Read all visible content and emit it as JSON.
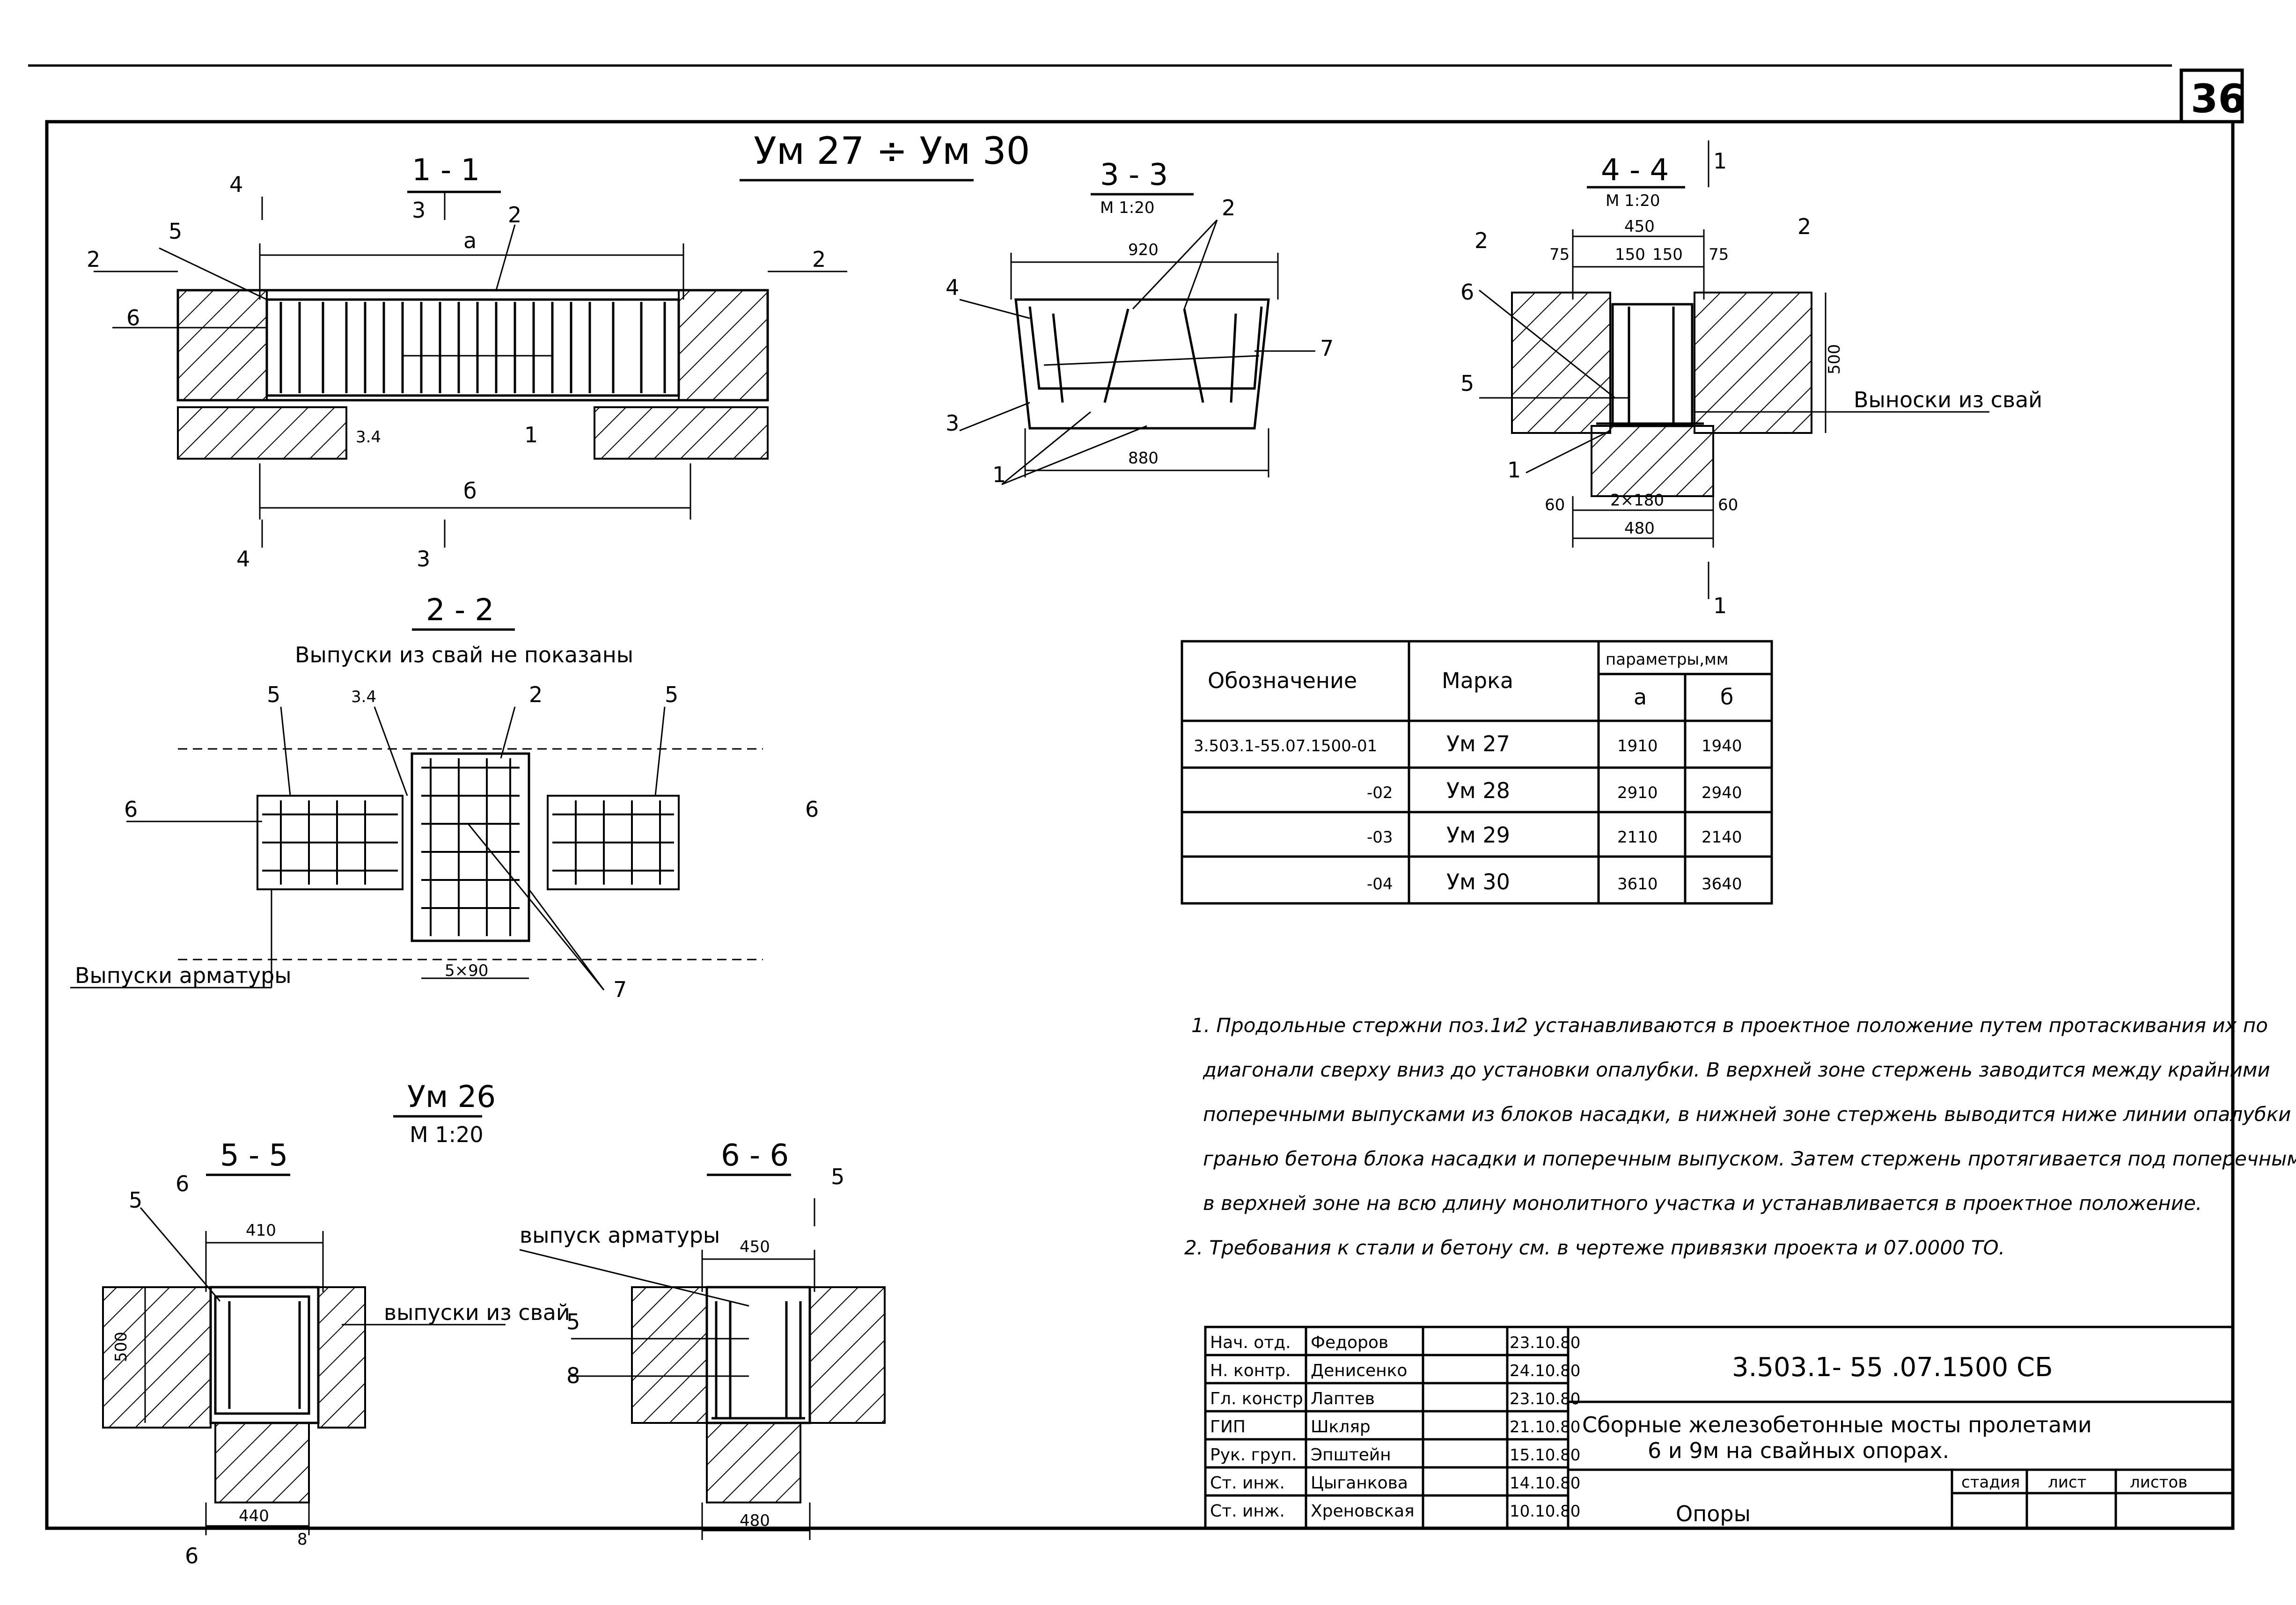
{
  "sheet_number": "36",
  "main_title": "Ум 27 ÷ Ум 30",
  "sections": {
    "s11": {
      "title": "1 - 1",
      "dim_a": "а",
      "dim_b": "б",
      "labels": [
        "4",
        "3",
        "2",
        "2",
        "2",
        "5",
        "6",
        "3.4",
        "1",
        "4",
        "3"
      ]
    },
    "s33": {
      "title": "3 - 3",
      "scale": "М 1:20",
      "dim_top": "920",
      "dim_bottom": "880",
      "labels": [
        "4",
        "2",
        "7",
        "3",
        "1"
      ]
    },
    "s44": {
      "title": "4 - 4",
      "scale": "М 1:20",
      "dim_top": "450",
      "dim_parts": [
        "75",
        "150",
        "150",
        "75"
      ],
      "dim_height": "500",
      "dim_bottom_parts": [
        "60",
        "2×180",
        "60"
      ],
      "dim_bottom": "480",
      "labels": [
        "2",
        "2",
        "6",
        "5",
        "1",
        "1",
        "1"
      ],
      "note": "Выноски из свай"
    },
    "s22": {
      "title": "2 - 2",
      "subtitle": "Выпуски из свай не показаны",
      "labels": [
        "5",
        "3.4",
        "2",
        "5",
        "6",
        "6",
        "7"
      ],
      "dim": "5×90",
      "note": "Выпуски арматуры"
    },
    "um26": {
      "title": "Ум 26",
      "scale": "М 1:20"
    },
    "s55": {
      "title": "5 - 5",
      "dim_top": "410",
      "dim_bottom": "440",
      "dim_height": "500",
      "dim_small": "8",
      "labels": [
        "5",
        "6",
        "6"
      ],
      "note": "выпуски из свай"
    },
    "s66": {
      "title": "6 - 6",
      "dim_top": "450",
      "dim_bottom": "480",
      "labels": [
        "5",
        "5",
        "8"
      ],
      "note": "выпуск арматуры"
    }
  },
  "param_table": {
    "headers": {
      "designation": "Обозначение",
      "mark": "Марка",
      "params": "параметры,мм",
      "a": "а",
      "b": "б"
    },
    "rows": [
      {
        "designation": "3.503.1-55.07.1500-01",
        "mark": "Ум 27",
        "a": "1910",
        "b": "1940"
      },
      {
        "designation": "-02",
        "mark": "Ум 28",
        "a": "2910",
        "b": "2940"
      },
      {
        "designation": "-03",
        "mark": "Ум 29",
        "a": "2110",
        "b": "2140"
      },
      {
        "designation": "-04",
        "mark": "Ум 30",
        "a": "3610",
        "b": "3640"
      }
    ]
  },
  "notes": [
    "1. Продольные стержни поз.1и2 устанавливаются в проектное положение путем протаскивания их по",
    "диагонали сверху вниз до установки опалубки. В верхней зоне стержень заводится между крайними",
    "поперечными выпусками из блоков насадки, в нижней зоне стержень выводится ниже линии опалубки между",
    "гранью бетона блока насадки и поперечным выпуском. Затем стержень протягивается под поперечными выпусками",
    "в верхней зоне на всю длину монолитного участка и устанавливается в проектное положение.",
    "2. Требования к стали и бетону см. в чертеже привязки проекта и 07.0000 ТО."
  ],
  "title_block": {
    "staff": [
      {
        "role": "Нач. отд.",
        "name": "Федоров",
        "date": "23.10.80"
      },
      {
        "role": "Н. контр.",
        "name": "Денисенко",
        "date": "24.10.80"
      },
      {
        "role": "Гл. констр.",
        "name": "Лаптев",
        "date": "23.10.80"
      },
      {
        "role": "ГИП",
        "name": "Шкляр",
        "date": "21.10.80"
      },
      {
        "role": "Рук. груп.",
        "name": "Эпштейн",
        "date": "15.10.80"
      },
      {
        "role": "Ст. инж.",
        "name": "Цыганкова",
        "date": "14.10.80"
      },
      {
        "role": "Ст. инж.",
        "name": "Хреновская",
        "date": "10.10.80"
      }
    ],
    "code": "3.503.1- 55 .07.1500 СБ",
    "description_line1": "Сборные железобетонные мосты пролетами",
    "description_line2": "6 и 9м на свайных опорах.",
    "stage_label": "стадия",
    "sheet_label": "лист",
    "sheets_label": "листов",
    "drawing_title": "Опоры"
  }
}
